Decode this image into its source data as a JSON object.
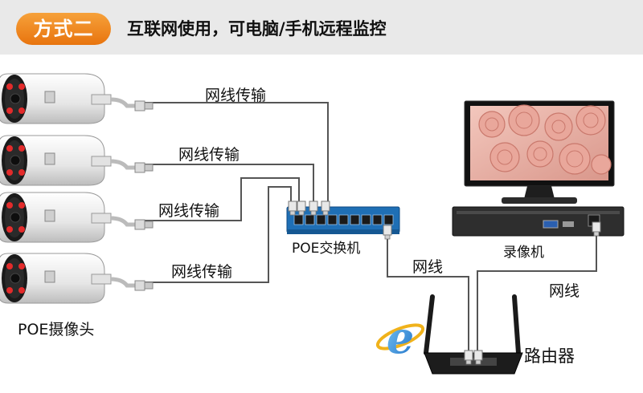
{
  "header": {
    "badge": "方式二",
    "title": "互联网使用，可电脑/手机远程监控"
  },
  "labels": {
    "cable_1": "网线传输",
    "cable_2": "网线传输",
    "cable_3": "网线传输",
    "cable_4": "网线传输",
    "switch": "POE交换机",
    "cameras": "POE摄像头",
    "nvr": "录像机",
    "cable_switch_router": "网线",
    "cable_nvr_router": "网线",
    "router": "路由器"
  },
  "colors": {
    "badge": "#f08a20",
    "header_bg": "#e9e9e9",
    "switch_body": "#1f6fb5",
    "wire": "#555555"
  }
}
